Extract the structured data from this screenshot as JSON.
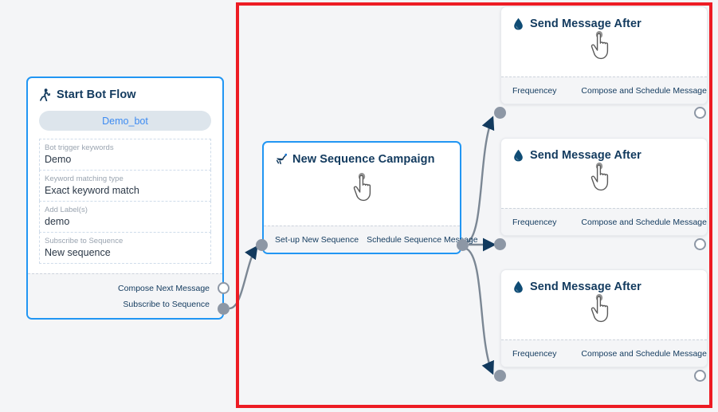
{
  "canvas": {
    "background": "#f4f5f7",
    "selection_color": "#ed1c24"
  },
  "nodes": {
    "start_bot_flow": {
      "title": "Start Bot Flow",
      "icon": "running-person-icon",
      "bot_pill": "Demo_bot",
      "fields": [
        {
          "label": "Bot trigger keywords",
          "value": "Demo"
        },
        {
          "label": "Keyword matching type",
          "value": "Exact keyword match"
        },
        {
          "label": "Add Label(s)",
          "value": "demo"
        },
        {
          "label": "Subscribe to Sequence",
          "value": "New sequence"
        }
      ],
      "ports": [
        {
          "label": "Compose Next Message",
          "style": "hollow"
        },
        {
          "label": "Subscribe to Sequence",
          "style": "filled"
        }
      ]
    },
    "new_sequence_campaign": {
      "title": "New Sequence Campaign",
      "icon": "sequence-paint-icon",
      "cursor_icon": "pointing-hand-cursor",
      "ports_in": "Set-up New Sequence",
      "ports_out": "Schedule Sequence Message"
    },
    "send_message_cards": [
      {
        "title": "Send Message After",
        "icon": "water-drop-icon",
        "cursor_icon": "pointing-hand-cursor",
        "port_in": "Frequencey",
        "port_out": "Compose and Schedule Message"
      },
      {
        "title": "Send Message After",
        "icon": "water-drop-icon",
        "cursor_icon": "pointing-hand-cursor",
        "port_in": "Frequencey",
        "port_out": "Compose and Schedule Message"
      },
      {
        "title": "Send Message After",
        "icon": "water-drop-icon",
        "cursor_icon": "pointing-hand-cursor",
        "port_in": "Frequencey",
        "port_out": "Compose and Schedule Message"
      }
    ]
  },
  "colors": {
    "node_border_active": "#2196f3",
    "title_text": "#123a5e",
    "port_dot": "#8d97a5",
    "edge": "#7b8794",
    "drop_icon": "#0f4c75",
    "pill_bg": "#dde5ec",
    "pill_text": "#3d8bf2"
  }
}
